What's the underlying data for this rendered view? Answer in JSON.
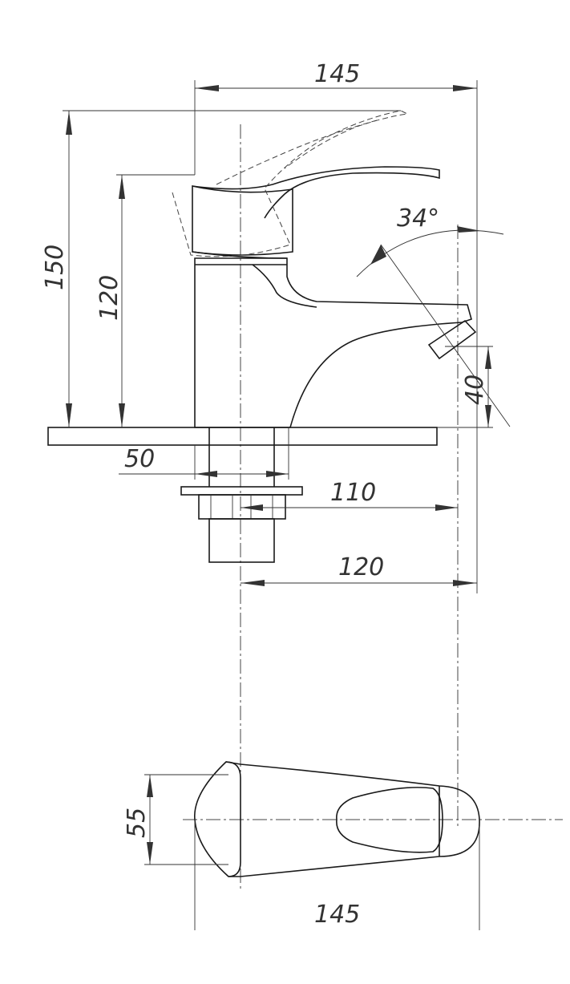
{
  "dimensions": {
    "total_width_top": "145",
    "height_total": "150",
    "height_body": "120",
    "lever_angle": "34°",
    "spout_height": "40",
    "base_width": "50",
    "thread_reach": "110",
    "spout_reach": "120",
    "top_view_width": "55",
    "top_view_length": "145"
  }
}
